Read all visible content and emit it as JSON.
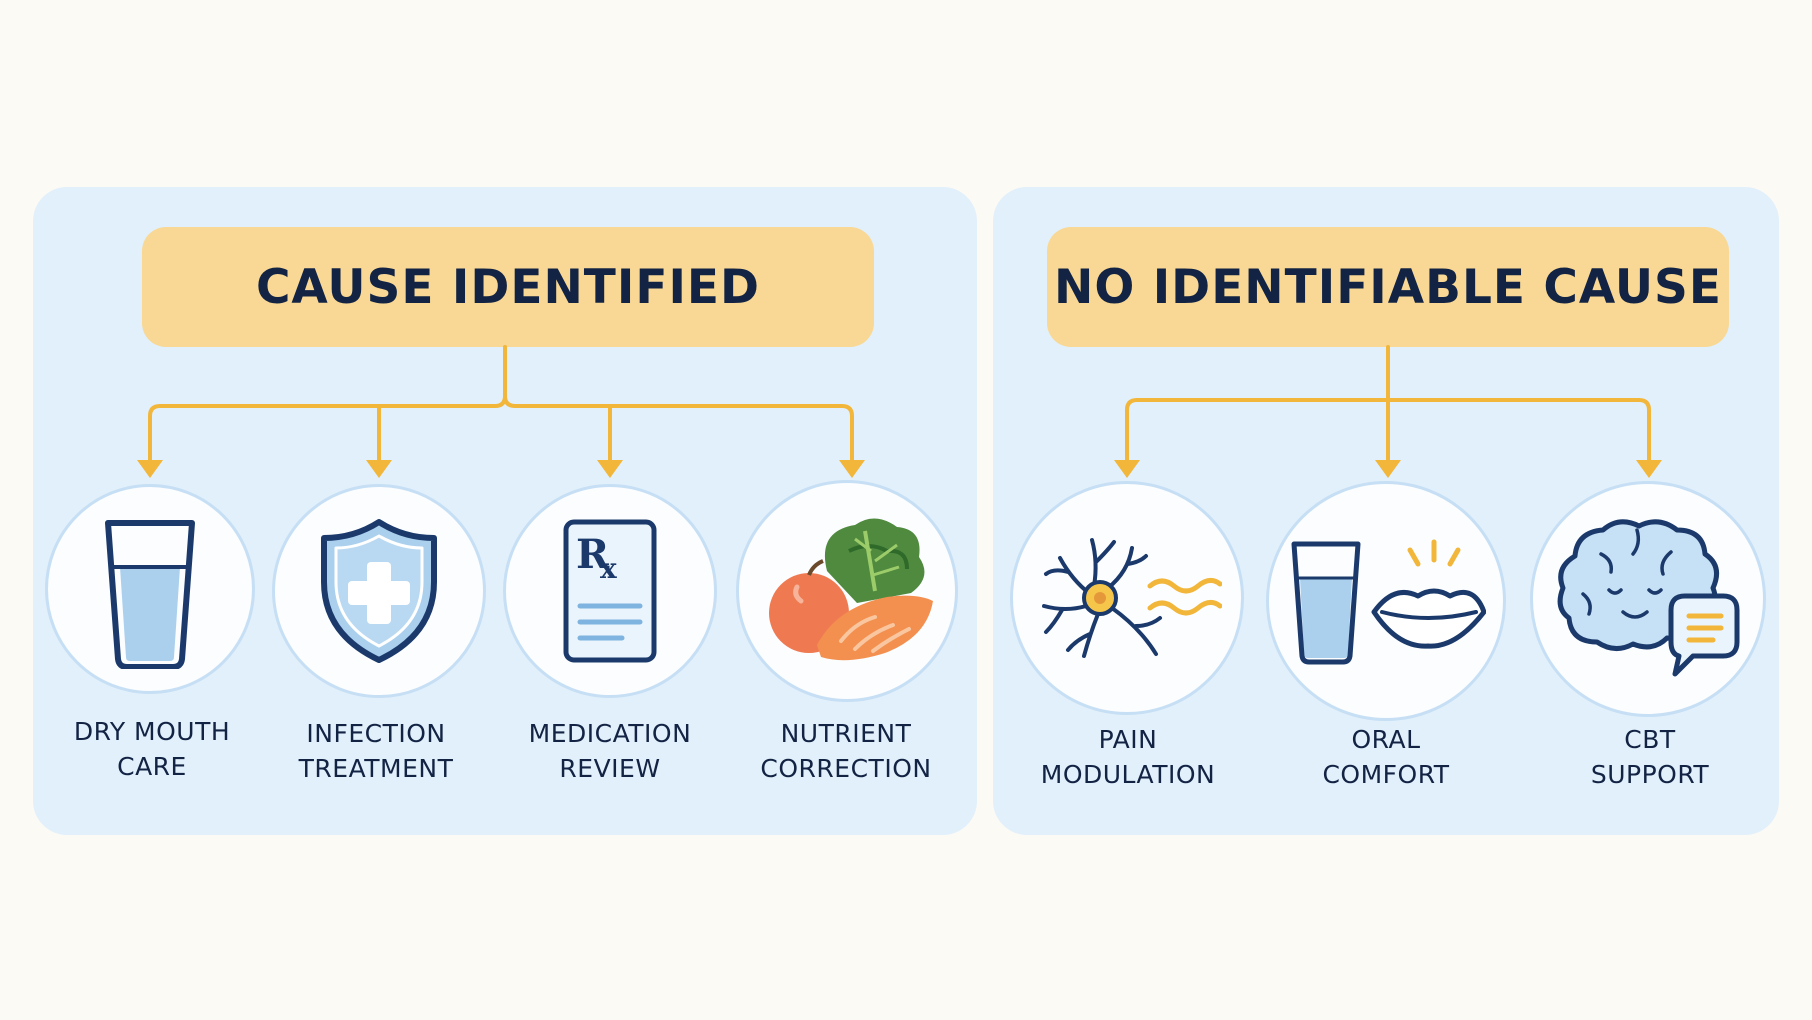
{
  "left_group": {
    "title": "CAUSE IDENTIFIED",
    "items": [
      {
        "label": "DRY MOUTH\nCARE",
        "icon": "water-glass-icon"
      },
      {
        "label": "INFECTION\nTREATMENT",
        "icon": "shield-plus-icon"
      },
      {
        "label": "MEDICATION\nREVIEW",
        "icon": "prescription-icon"
      },
      {
        "label": "NUTRIENT\nCORRECTION",
        "icon": "food-icon"
      }
    ]
  },
  "right_group": {
    "title": "NO IDENTIFIABLE CAUSE",
    "items": [
      {
        "label": "PAIN\nMODULATION",
        "icon": "neuron-icon"
      },
      {
        "label": "ORAL\nCOMFORT",
        "icon": "glass-lips-icon"
      },
      {
        "label": "CBT\nSUPPORT",
        "icon": "brain-speech-icon"
      }
    ]
  },
  "colors": {
    "panel": "#e2f0fb",
    "header": "#f8d894",
    "connector": "#f1b63a",
    "text": "#132344",
    "icon_fill": "#aad0ee"
  }
}
